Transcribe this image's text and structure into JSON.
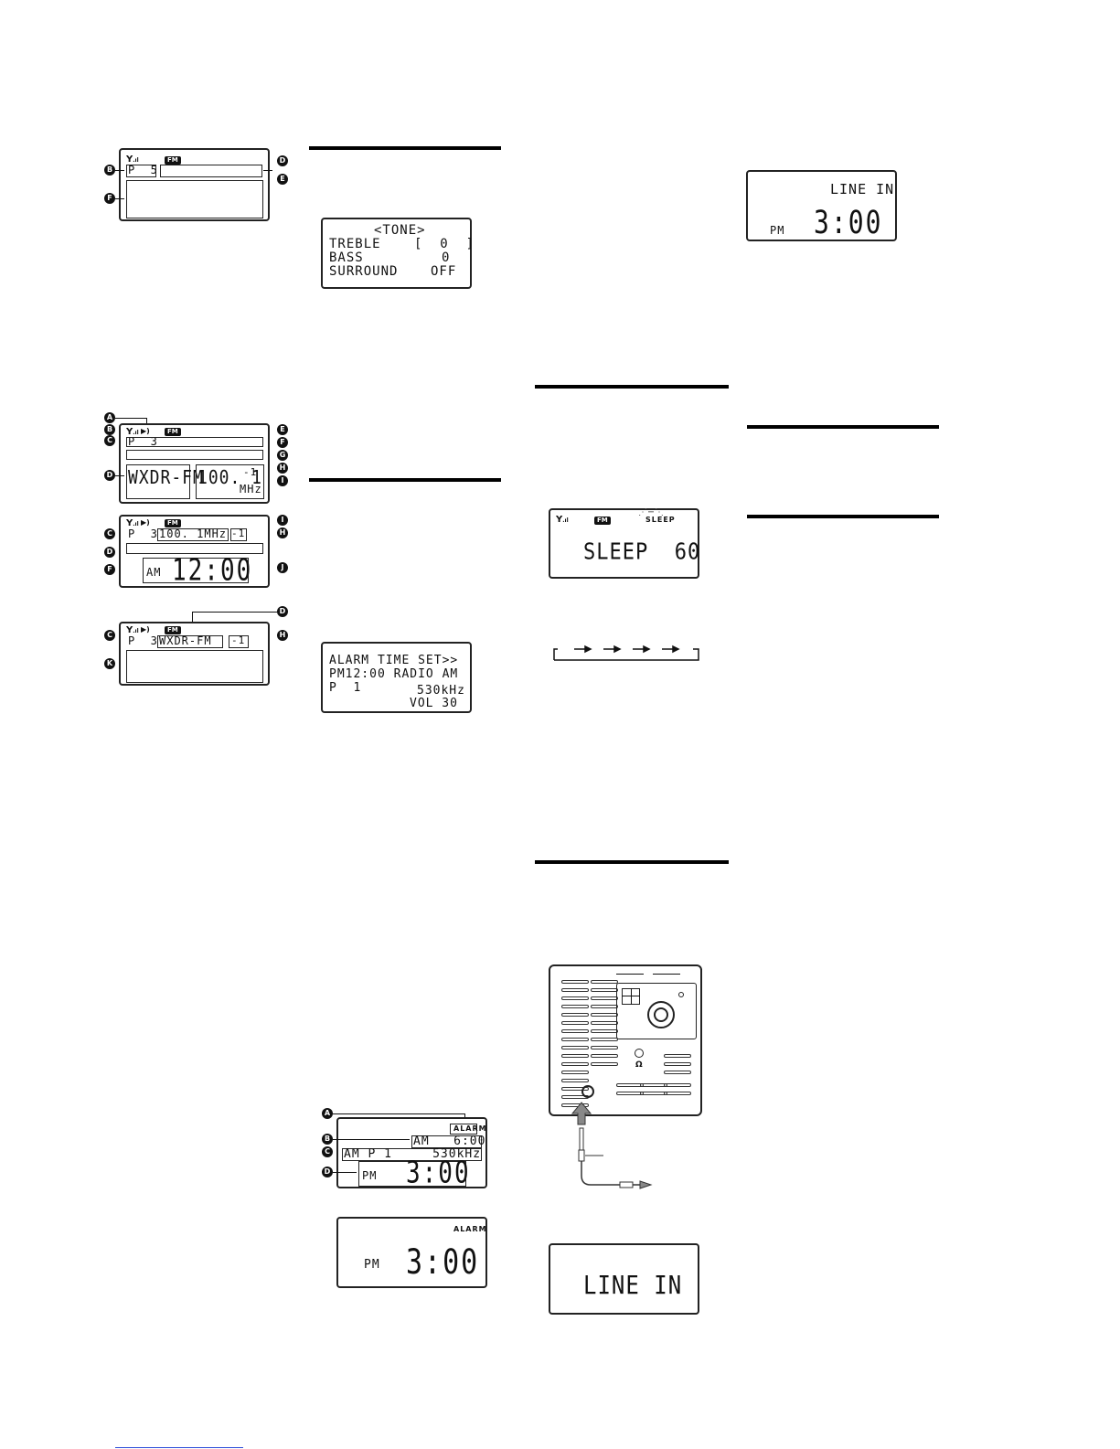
{
  "icons": {
    "antenna": "antenna-signal-icon",
    "speaker": "speaker-icon",
    "headphones": "headphones-icon"
  },
  "labels": {
    "fm": "FM",
    "alarm": "ALARM",
    "sleep": "SLEEP",
    "headphone_symbol": "Ω"
  },
  "callouts": {
    "A": "A",
    "B": "B",
    "C": "C",
    "D": "D",
    "E": "E",
    "F": "F",
    "G": "G",
    "H": "H",
    "I": "I",
    "J": "J",
    "K": "K"
  },
  "fig1": {
    "preset": "P  5"
  },
  "tone": {
    "title": "<TONE>",
    "treble_label": "TREBLE",
    "treble_value": "[  0  ]",
    "bass_label": "BASS",
    "bass_value": "0",
    "surround_label": "SURROUND",
    "surround_value": "OFF"
  },
  "fig2": {
    "preset": "P  3",
    "station": "WXDR-FM",
    "freq": "100. 1",
    "preset_num": "-1",
    "unit": "MHz"
  },
  "fig3": {
    "preset": "P  3",
    "freq": "100. 1MHz",
    "preset_num": "-1",
    "ampm": "AM",
    "time": "12:00"
  },
  "fig4": {
    "preset": "P  3",
    "station": "WXDR-FM",
    "preset_num": "-1"
  },
  "alarm_set": {
    "line1": "ALARM TIME SET>>",
    "line2": "PM12:00 RADIO AM",
    "line3": "P  1",
    "line4": "530kHz",
    "line5": "VOL 30"
  },
  "alarm_disp": {
    "alarm_time": "AM   6:00",
    "band_line": "AM P 1     530kHz",
    "ampm": "PM",
    "time": "3:00"
  },
  "alarm_disp2": {
    "ampm": "PM",
    "time": "3:00"
  },
  "sleep_disp": {
    "text": "SLEEP  60"
  },
  "line_in_disp": {
    "text": "LINE IN"
  },
  "line_in_clock": {
    "text": "LINE IN",
    "ampm": "PM",
    "time": "3:00"
  }
}
